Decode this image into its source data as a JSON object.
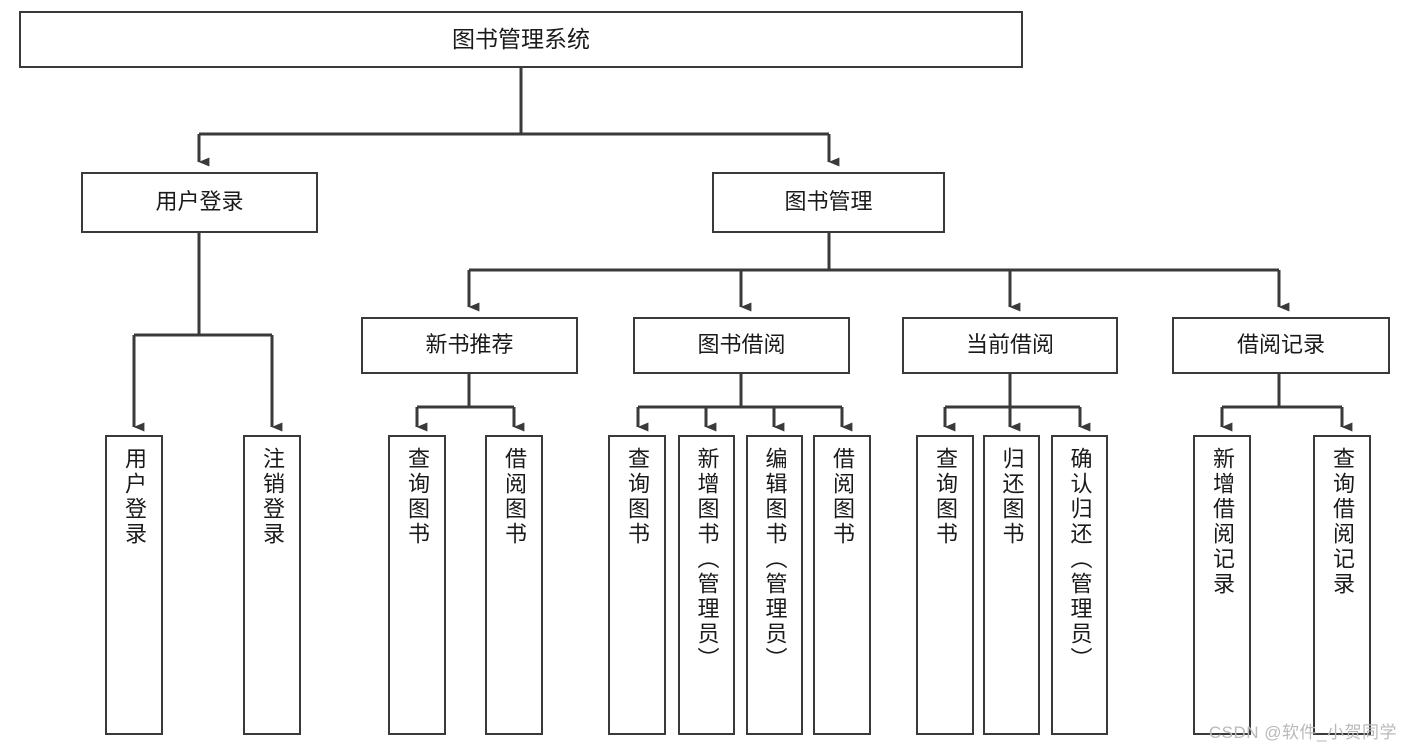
{
  "diagram": {
    "title_node": {
      "id": "root",
      "label": "图书管理系统"
    },
    "level1": [
      {
        "id": "user-login",
        "label": "用户登录"
      },
      {
        "id": "book-manage",
        "label": "图书管理"
      }
    ],
    "level2": [
      {
        "id": "new-book-recommend",
        "label": "新书推荐"
      },
      {
        "id": "book-borrow",
        "label": "图书借阅"
      },
      {
        "id": "current-borrow",
        "label": "当前借阅"
      },
      {
        "id": "borrow-record",
        "label": "借阅记录"
      }
    ],
    "leaves": {
      "user_login": [
        {
          "id": "leaf-user-login",
          "label": "用户登录"
        },
        {
          "id": "leaf-logout-login",
          "label": "注销登录"
        }
      ],
      "new_book_recommend": [
        {
          "id": "leaf-query-book-1",
          "label": "查询图书"
        },
        {
          "id": "leaf-borrow-book-1",
          "label": "借阅图书"
        }
      ],
      "book_borrow": [
        {
          "id": "leaf-query-book-2",
          "label": "查询图书"
        },
        {
          "id": "leaf-add-book-admin",
          "label": "新增图书（管理员）"
        },
        {
          "id": "leaf-edit-book-admin",
          "label": "编辑图书（管理员）"
        },
        {
          "id": "leaf-borrow-book-2",
          "label": "借阅图书"
        }
      ],
      "current_borrow": [
        {
          "id": "leaf-query-book-3",
          "label": "查询图书"
        },
        {
          "id": "leaf-return-book",
          "label": "归还图书"
        },
        {
          "id": "leaf-confirm-return-admin",
          "label": "确认归还（管理员）"
        }
      ],
      "borrow_record": [
        {
          "id": "leaf-add-borrow-record",
          "label": "新增借阅记录"
        },
        {
          "id": "leaf-query-borrow-record",
          "label": "查询借阅记录"
        }
      ]
    },
    "watermark": "CSDN @软件_小贺同学",
    "colors": {
      "stroke": "#3a3a3a",
      "fill": "#ffffff",
      "text": "#1a1a1a",
      "watermark": "#b9b9b9"
    }
  }
}
